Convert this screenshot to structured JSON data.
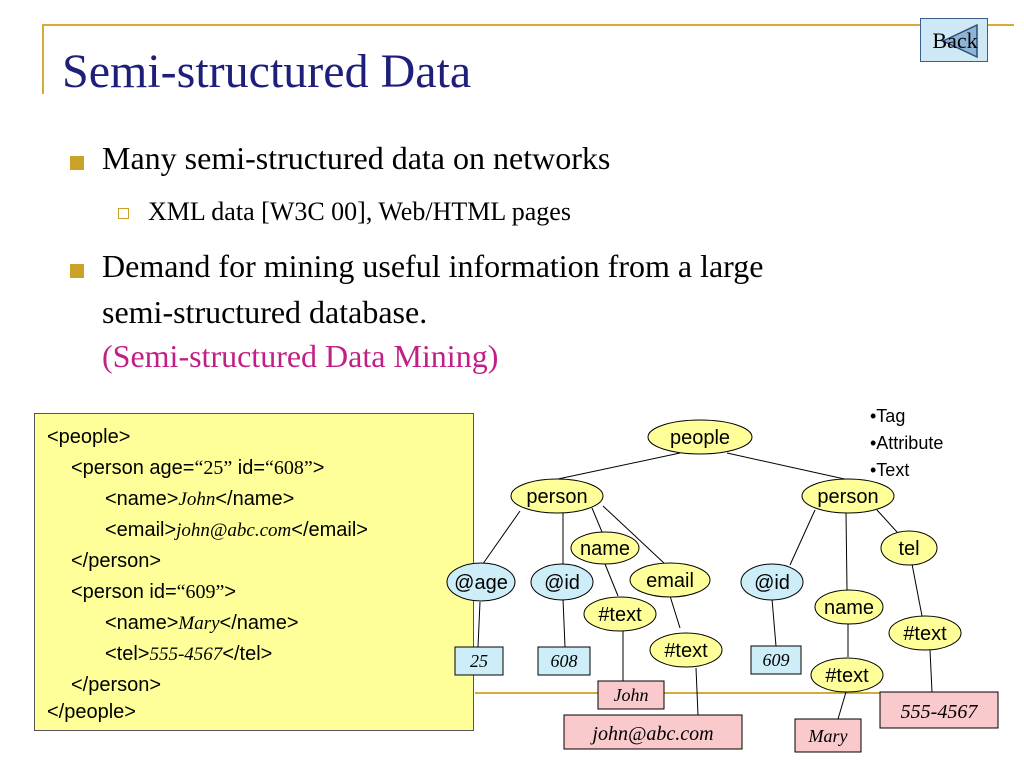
{
  "back_button": {
    "label": "Back"
  },
  "slide": {
    "title": "Semi-structured Data",
    "bullets": [
      {
        "text": "Many semi-structured data on networks"
      },
      {
        "text": "XML data [W3C 00], Web/HTML pages"
      },
      {
        "line1": "Demand for mining useful information from a large",
        "line2": "semi-structured database.",
        "line3": "(Semi-structured Data Mining)"
      }
    ]
  },
  "colors": {
    "title": "#1d1f7a",
    "accent": "#c21f86",
    "bullet": "#c9a227",
    "code_bg": "#ffff99",
    "tag_node": "#ffff99",
    "attr_node": "#cdeef8",
    "attr_value_box": "#cdeef8",
    "text_value_box": "#f9c9cc"
  },
  "xml_code": {
    "l1": "<people>",
    "l2a": "<person age=",
    "l2b": "“25”",
    "l2c": " id=",
    "l2d": "“608”",
    "l2e": ">",
    "l3a": "<name>",
    "l3b": "John",
    "l3c": "</name>",
    "l4a": "<email>",
    "l4b": "john@abc.com",
    "l4c": "</email>",
    "l5": "</person>",
    "l6a": "<person id=",
    "l6b": "“609”",
    "l6c": ">",
    "l7a": "<name>",
    "l7b": "Mary",
    "l7c": "</name>",
    "l8a": "<tel>",
    "l8b": "555-4567",
    "l8c": "</tel>",
    "l9": "</person>",
    "l10": "</people>"
  },
  "legend": [
    "•Tag",
    "•Attribute",
    "•Text"
  ],
  "tree": {
    "people": "people",
    "person1": "person",
    "person2": "person",
    "age": "@age",
    "id1": "@id",
    "name1": "name",
    "email": "email",
    "text_name1": "#text",
    "text_email": "#text",
    "id2": "@id",
    "name2": "name",
    "tel": "tel",
    "text_name2": "#text",
    "text_tel": "#text",
    "v_age": "25",
    "v_id1": "608",
    "v_id2": "609",
    "v_john": "John",
    "v_email": "john@abc.com",
    "v_mary": "Mary",
    "v_tel": "555-4567"
  }
}
